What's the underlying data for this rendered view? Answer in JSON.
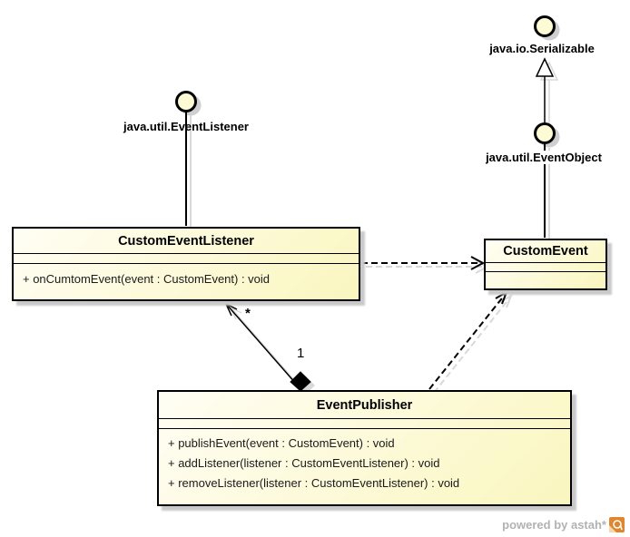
{
  "colors": {
    "node_fill_start": "#fffef4",
    "node_fill_end": "#faf6bf",
    "node_border": "#000000",
    "box_shadow": "#c9c9c9",
    "line_shadow": "#d9d9d9",
    "watermark_text": "#b2b2b2",
    "logo_orange": "#e0862f"
  },
  "interfaces": [
    {
      "label": "java.io.Serializable"
    },
    {
      "label": "java.util.EventObject"
    },
    {
      "label": "java.util.EventListener"
    }
  ],
  "classes": [
    {
      "name": "CustomEventListener",
      "operations": [
        "+ onCumtomEvent(event : CustomEvent) : void"
      ]
    },
    {
      "name": "CustomEvent",
      "operations": []
    },
    {
      "name": "EventPublisher",
      "operations": [
        "+ publishEvent(event : CustomEvent) : void",
        "+ addListener(listener : CustomEventListener) : void",
        "+ removeListener(listener : CustomEventListener) : void"
      ]
    }
  ],
  "association": {
    "target_multiplicity": "*",
    "source_multiplicity": "1"
  },
  "watermark": {
    "text": "powered by astah*"
  }
}
